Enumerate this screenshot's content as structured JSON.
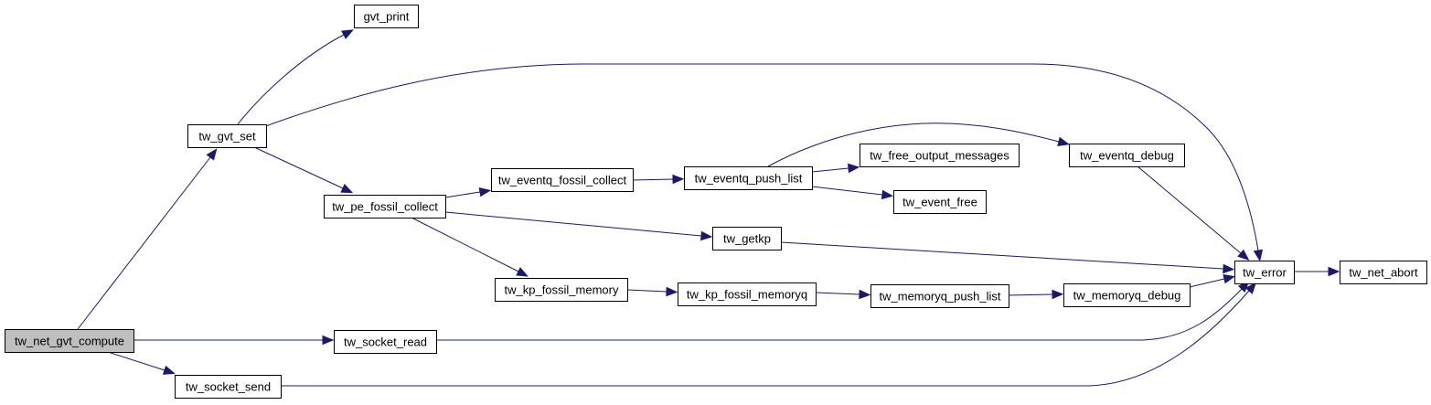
{
  "diagram": {
    "type": "call-graph",
    "nodes": [
      {
        "id": "tw_net_gvt_compute",
        "label": "tw_net_gvt_compute",
        "root": true
      },
      {
        "id": "tw_gvt_set",
        "label": "tw_gvt_set"
      },
      {
        "id": "gvt_print",
        "label": "gvt_print"
      },
      {
        "id": "tw_pe_fossil_collect",
        "label": "tw_pe_fossil_collect"
      },
      {
        "id": "tw_eventq_fossil_collect",
        "label": "tw_eventq_fossil_collect"
      },
      {
        "id": "tw_eventq_push_list",
        "label": "tw_eventq_push_list"
      },
      {
        "id": "tw_free_output_messages",
        "label": "tw_free_output_messages"
      },
      {
        "id": "tw_event_free",
        "label": "tw_event_free"
      },
      {
        "id": "tw_eventq_debug",
        "label": "tw_eventq_debug"
      },
      {
        "id": "tw_getkp",
        "label": "tw_getkp"
      },
      {
        "id": "tw_kp_fossil_memory",
        "label": "tw_kp_fossil_memory"
      },
      {
        "id": "tw_kp_fossil_memoryq",
        "label": "tw_kp_fossil_memoryq"
      },
      {
        "id": "tw_memoryq_push_list",
        "label": "tw_memoryq_push_list"
      },
      {
        "id": "tw_memoryq_debug",
        "label": "tw_memoryq_debug"
      },
      {
        "id": "tw_error",
        "label": "tw_error"
      },
      {
        "id": "tw_net_abort",
        "label": "tw_net_abort"
      },
      {
        "id": "tw_socket_read",
        "label": "tw_socket_read"
      },
      {
        "id": "tw_socket_send",
        "label": "tw_socket_send"
      }
    ],
    "edges": [
      {
        "from": "tw_net_gvt_compute",
        "to": "tw_gvt_set"
      },
      {
        "from": "tw_net_gvt_compute",
        "to": "tw_socket_read"
      },
      {
        "from": "tw_net_gvt_compute",
        "to": "tw_socket_send"
      },
      {
        "from": "tw_gvt_set",
        "to": "gvt_print"
      },
      {
        "from": "tw_gvt_set",
        "to": "tw_error"
      },
      {
        "from": "tw_gvt_set",
        "to": "tw_pe_fossil_collect"
      },
      {
        "from": "tw_pe_fossil_collect",
        "to": "tw_eventq_fossil_collect"
      },
      {
        "from": "tw_pe_fossil_collect",
        "to": "tw_getkp"
      },
      {
        "from": "tw_pe_fossil_collect",
        "to": "tw_kp_fossil_memory"
      },
      {
        "from": "tw_eventq_fossil_collect",
        "to": "tw_eventq_push_list"
      },
      {
        "from": "tw_eventq_push_list",
        "to": "tw_eventq_debug"
      },
      {
        "from": "tw_eventq_push_list",
        "to": "tw_free_output_messages"
      },
      {
        "from": "tw_eventq_push_list",
        "to": "tw_event_free"
      },
      {
        "from": "tw_eventq_debug",
        "to": "tw_error"
      },
      {
        "from": "tw_getkp",
        "to": "tw_error"
      },
      {
        "from": "tw_kp_fossil_memory",
        "to": "tw_kp_fossil_memoryq"
      },
      {
        "from": "tw_kp_fossil_memoryq",
        "to": "tw_memoryq_push_list"
      },
      {
        "from": "tw_memoryq_push_list",
        "to": "tw_memoryq_debug"
      },
      {
        "from": "tw_memoryq_debug",
        "to": "tw_error"
      },
      {
        "from": "tw_error",
        "to": "tw_net_abort"
      },
      {
        "from": "tw_socket_read",
        "to": "tw_error"
      },
      {
        "from": "tw_socket_send",
        "to": "tw_error"
      }
    ],
    "colors": {
      "edge": "#191970",
      "node_border": "#000000",
      "node_fill": "#ffffff",
      "root_fill": "#bfbfbf"
    }
  }
}
